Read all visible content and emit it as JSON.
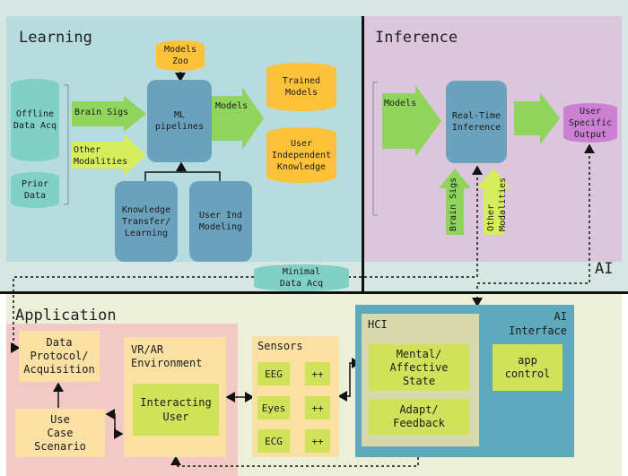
{
  "regions": {
    "learning": "Learning",
    "inference": "Inference",
    "ai": "AI",
    "application": "Application"
  },
  "learning": {
    "offline_data": "Offline\nData Acq",
    "prior_data": "Prior\nData",
    "brain_sigs": "Brain Sigs",
    "other_modalities": "Other\nModalities",
    "models_zoo": "Models\nZoo",
    "ml_pipelines": "ML\npipelines",
    "models_arrow": "Models",
    "trained_models": "Trained\nModels",
    "user_independent": "User\nIndependent\nKnowledge",
    "knowledge_transfer": "Knowledge\nTransfer/\nLearning",
    "user_ind_modeling": "User Ind\nModeling",
    "minimal_data": "Minimal\nData Acq"
  },
  "inference": {
    "models_arrow": "Models",
    "real_time": "Real-Time\nInference",
    "user_output": "User\nSpecific\nOutput",
    "brain_sigs": "Brain Sigs",
    "other_modalities": "Other\nModalities"
  },
  "application": {
    "data_protocol": "Data\nProtocol/\nAcquisition",
    "use_case": "Use\nCase\nScenario",
    "vr_ar_title": "VR/AR\nEnvironment",
    "interacting_user": "Interacting\nUser",
    "sensors_title": "Sensors",
    "eeg": "EEG",
    "eyes": "Eyes",
    "ecg": "ECG",
    "plus": "++",
    "hci_title": "HCI",
    "mental_state": "Mental/\nAffective\nState",
    "adapt_feedback": "Adapt/\nFeedback",
    "ai_interface_title": "AI\nInterface",
    "app_control": "app\ncontrol"
  },
  "colors": {
    "learning_bg": "#b7dce0",
    "inference_bg": "#dcc6dc",
    "ai_band": "#d6e6e2",
    "application_bg": "#edf0d8",
    "pink_panel": "#f3c9c5",
    "cream": "#fbe0a4",
    "teal_cyl": "#7fd0c5",
    "blue_box": "#6aa2be",
    "orange": "#fdc13a",
    "green_arrow": "#8fd45c",
    "lime_arrow": "#d6ee5c",
    "ai_interface": "#5fa9bd",
    "hci_bg": "#d7d9ad",
    "lime_box": "#cfe25a",
    "magenta": "#cc80d4"
  }
}
